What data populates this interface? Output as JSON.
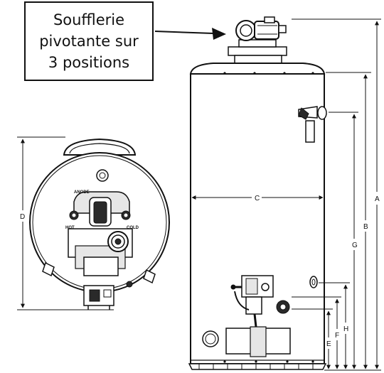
{
  "callout": {
    "lines": [
      "Soufflerie",
      "pivotante sur",
      "3 positions"
    ]
  },
  "dimensions": {
    "a": "A",
    "b": "B",
    "c": "C",
    "d": "D",
    "e": "E",
    "f": "F",
    "g": "G",
    "h": "H"
  },
  "top_view_labels": {
    "anode": "ANODE",
    "hot": "HOT",
    "cold": "COLD"
  },
  "colors": {
    "line": "#111111",
    "body_fill": "#ffffff",
    "light_fill": "#e6e6e6",
    "dark_fill": "#2a2a2a"
  }
}
